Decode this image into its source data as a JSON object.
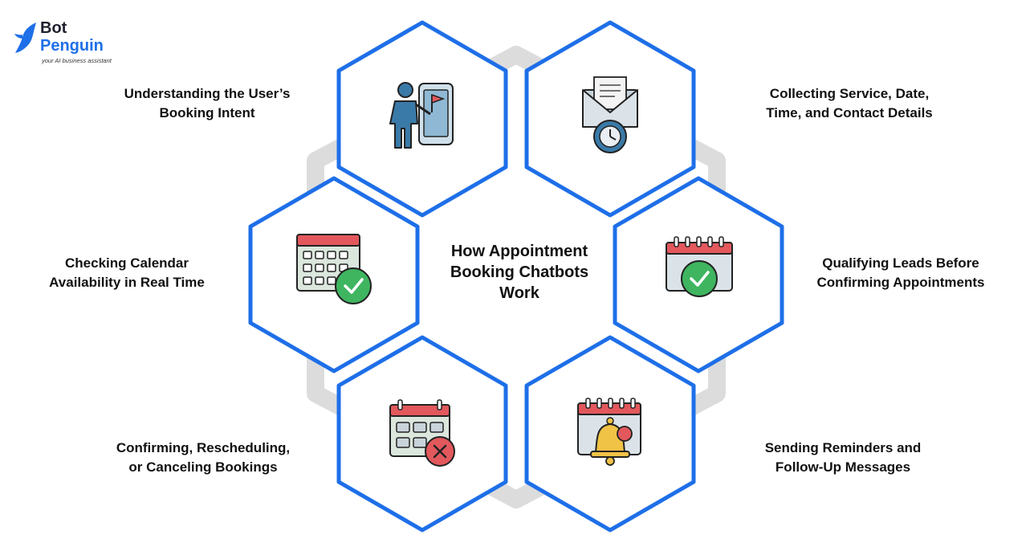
{
  "brand": {
    "line1": "Bot",
    "line2": "Penguin",
    "tagline": "your AI business assistant",
    "accent_color": "#1e6fe8"
  },
  "title_lines": [
    "How Appointment",
    "Booking Chatbots",
    "Work"
  ],
  "colors": {
    "hex_border": "#1e6fe8",
    "ring": "#dcdcdc",
    "icon_blue": "#3a7aa8",
    "icon_red": "#e2585c",
    "icon_green": "#3fb560",
    "icon_gray": "#c9d3da",
    "bell_yellow": "#f0c246"
  },
  "steps": [
    {
      "id": "intent",
      "icon": "person-presenting-phone-icon",
      "lines": [
        "Understanding the User’s",
        "Booking Intent"
      ]
    },
    {
      "id": "collect",
      "icon": "envelope-clock-icon",
      "lines": [
        "Collecting Service, Date,",
        "Time, and Contact Details"
      ]
    },
    {
      "id": "availability",
      "icon": "calendar-check-icon",
      "lines": [
        "Checking Calendar",
        "Availability in Real Time"
      ]
    },
    {
      "id": "qualify",
      "icon": "calendar-approved-icon",
      "lines": [
        "Qualifying Leads Before",
        "Confirming Appointments"
      ]
    },
    {
      "id": "confirm",
      "icon": "calendar-cancel-icon",
      "lines": [
        "Confirming, Rescheduling,",
        "or Canceling Bookings"
      ]
    },
    {
      "id": "remind",
      "icon": "calendar-bell-icon",
      "lines": [
        "Sending Reminders and",
        "Follow-Up Messages"
      ]
    }
  ]
}
